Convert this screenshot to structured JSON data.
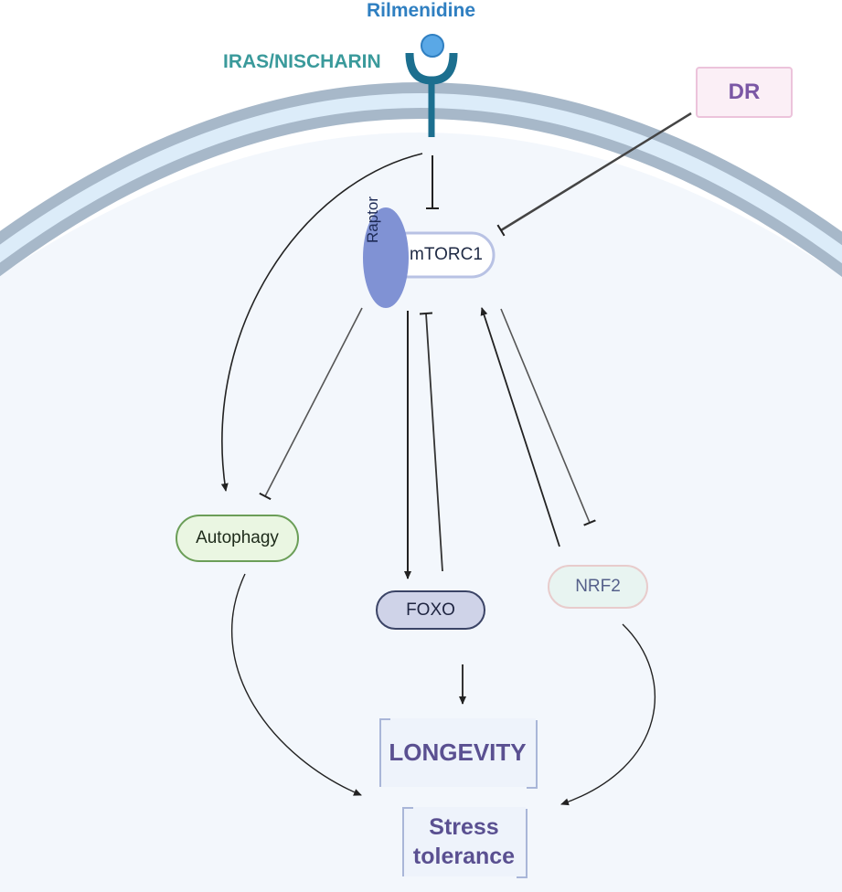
{
  "ligand": "Rilmenidine",
  "receptor": "IRAS/NISCHARIN",
  "inhibitor_input": "DR",
  "complex": {
    "subunit": "Raptor",
    "name": "mTORC1"
  },
  "nodes": {
    "autophagy": "Autophagy",
    "foxo": "FOXO",
    "nrf2": "NRF2"
  },
  "outcomes": {
    "longevity": "LONGEVITY",
    "stress_line1": "Stress",
    "stress_line2": "tolerance"
  },
  "colors": {
    "membrane_outer": "#a7b8c9",
    "membrane_inner": "#dcecf9",
    "cytoplasm": "#f3f7fc",
    "receptor": "#1c6f8f",
    "ligand": "#5aa8e6",
    "raptor": "#8092d4"
  }
}
